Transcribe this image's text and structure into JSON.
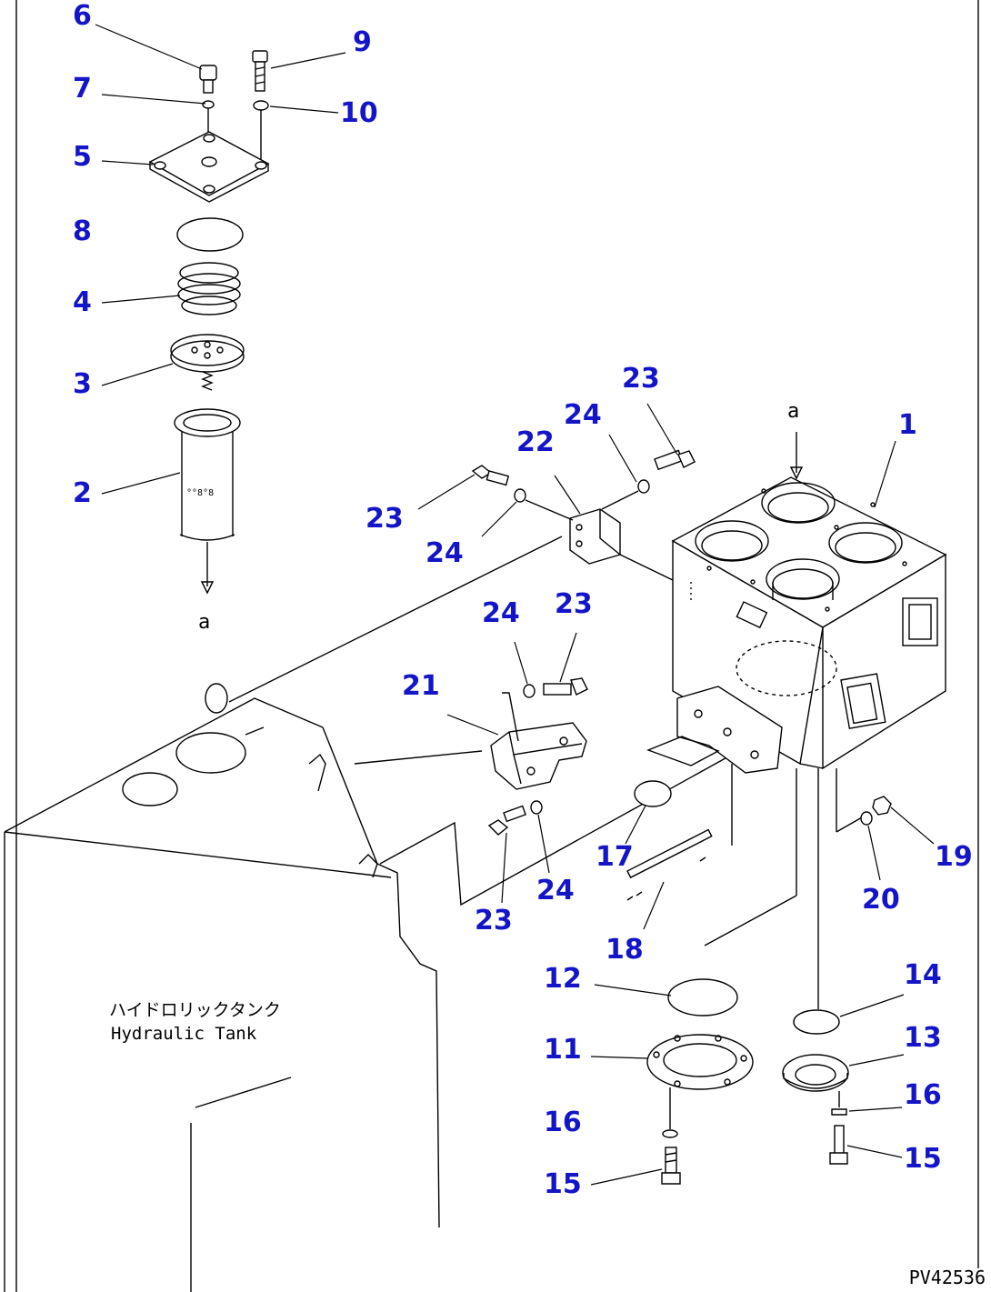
{
  "tank_label": {
    "line_ja": "ハイドロリックタンク",
    "line_en": "Hydraulic Tank"
  },
  "reference_marks": {
    "top": "a",
    "bottom": "a"
  },
  "document_code": "PV42536",
  "callouts": [
    {
      "id": "c6",
      "text": "6"
    },
    {
      "id": "c9",
      "text": "9"
    },
    {
      "id": "c7",
      "text": "7"
    },
    {
      "id": "c10",
      "text": "10"
    },
    {
      "id": "c5",
      "text": "5"
    },
    {
      "id": "c8",
      "text": "8"
    },
    {
      "id": "c4",
      "text": "4"
    },
    {
      "id": "c3",
      "text": "3"
    },
    {
      "id": "c2",
      "text": "2"
    },
    {
      "id": "c23a",
      "text": "23"
    },
    {
      "id": "c24a",
      "text": "24"
    },
    {
      "id": "c22",
      "text": "22"
    },
    {
      "id": "c1",
      "text": "1"
    },
    {
      "id": "c23b",
      "text": "23"
    },
    {
      "id": "c24b",
      "text": "24"
    },
    {
      "id": "c24c",
      "text": "24"
    },
    {
      "id": "c23c",
      "text": "23"
    },
    {
      "id": "c21",
      "text": "21"
    },
    {
      "id": "c17",
      "text": "17"
    },
    {
      "id": "c24d",
      "text": "24"
    },
    {
      "id": "c23d",
      "text": "23"
    },
    {
      "id": "c19",
      "text": "19"
    },
    {
      "id": "c20",
      "text": "20"
    },
    {
      "id": "c18",
      "text": "18"
    },
    {
      "id": "c12",
      "text": "12"
    },
    {
      "id": "c14",
      "text": "14"
    },
    {
      "id": "c11",
      "text": "11"
    },
    {
      "id": "c13",
      "text": "13"
    },
    {
      "id": "c16a",
      "text": "16"
    },
    {
      "id": "c16b",
      "text": "16"
    },
    {
      "id": "c15a",
      "text": "15"
    },
    {
      "id": "c15b",
      "text": "15"
    }
  ]
}
